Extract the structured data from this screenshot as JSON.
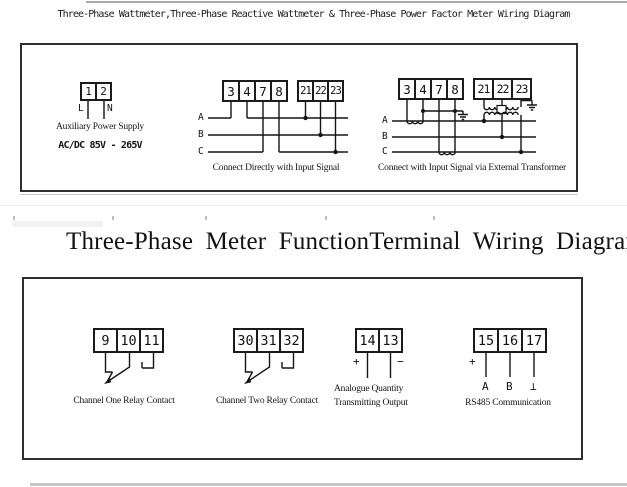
{
  "colors": {
    "ink": "#141414",
    "frame_border": "#2f2f2f",
    "background": "#ffffff"
  },
  "header": {
    "title": "Three-Phase Wattmeter,Three-Phase Reactive Wattmeter & Three-Phase Power Factor Meter Wiring Diagram"
  },
  "section2_title": "Three-Phase Meter FunctionTerminal Wiring Diagram",
  "top_box": {
    "aux": {
      "terminals": [
        "1",
        "2"
      ],
      "wire_labels": [
        "L",
        "N"
      ],
      "caption": "Auxiliary Power Supply",
      "rating": "AC/DC  85V - 265V"
    },
    "direct": {
      "current_terminals": [
        "3",
        "4",
        "7",
        "8"
      ],
      "voltage_terminals": [
        "21",
        "22",
        "23"
      ],
      "phases": [
        "A",
        "B",
        "C"
      ],
      "caption": "Connect Directly with Input Signal"
    },
    "via_transformer": {
      "current_terminals": [
        "3",
        "4",
        "7",
        "8"
      ],
      "voltage_terminals": [
        "21",
        "22",
        "23"
      ],
      "phases": [
        "A",
        "B",
        "C"
      ],
      "caption": "Connect with Input Signal via External Transformer"
    }
  },
  "bottom_box": {
    "relay1": {
      "terminals": [
        "9",
        "10",
        "11"
      ],
      "caption": "Channel One Relay Contact"
    },
    "relay2": {
      "terminals": [
        "30",
        "31",
        "32"
      ],
      "caption": "Channel Two Relay Contact"
    },
    "analogue": {
      "terminals": [
        "14",
        "13"
      ],
      "plus": "+",
      "minus": "−",
      "caption_line1": "Analogue Quantity",
      "caption_line2": "Transmitting Output"
    },
    "rs485": {
      "terminals": [
        "15",
        "16",
        "17"
      ],
      "plus": "+",
      "signal_labels": [
        "A",
        "B",
        "⊥"
      ],
      "caption": "RS485 Communication"
    }
  },
  "icons": {
    "ground": "⏚",
    "earth": "⊥"
  }
}
